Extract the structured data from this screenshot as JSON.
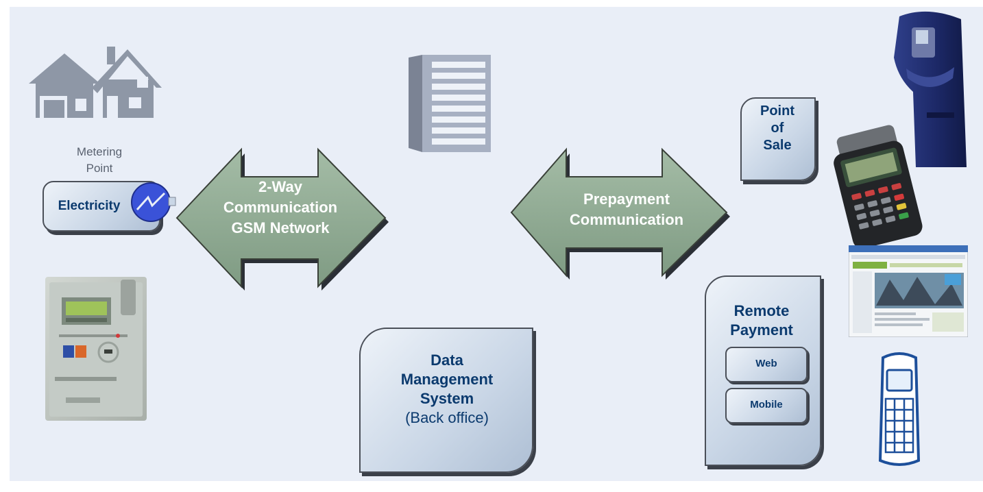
{
  "metering": {
    "caption_line1": "Metering",
    "caption_line2": "Point",
    "electricity_label": "Electricity"
  },
  "arrow_left": {
    "line1": "2-Way",
    "line2": "Communication",
    "line3": "GSM Network"
  },
  "arrow_right": {
    "line1": "Prepayment",
    "line2": "Communication"
  },
  "dms": {
    "line1": "Data",
    "line2": "Management",
    "line3": "System",
    "line4": "(Back office)"
  },
  "pos": {
    "line1": "Point",
    "line2": "of",
    "line3": "Sale"
  },
  "remote": {
    "line1": "Remote",
    "line2": "Payment",
    "web_label": "Web",
    "mobile_label": "Mobile"
  },
  "icons": [
    "house-icon",
    "smart-meter-icon",
    "server-icon",
    "atm-kiosk-icon",
    "card-terminal-icon",
    "web-page-screenshot-icon",
    "mobile-phone-icon",
    "meter-dial-icon"
  ],
  "colors": {
    "background": "#e9eef7",
    "arrow_fill": "#7f9b83",
    "label_text": "#0b3a6e",
    "meter_dial": "#3a52d8"
  }
}
